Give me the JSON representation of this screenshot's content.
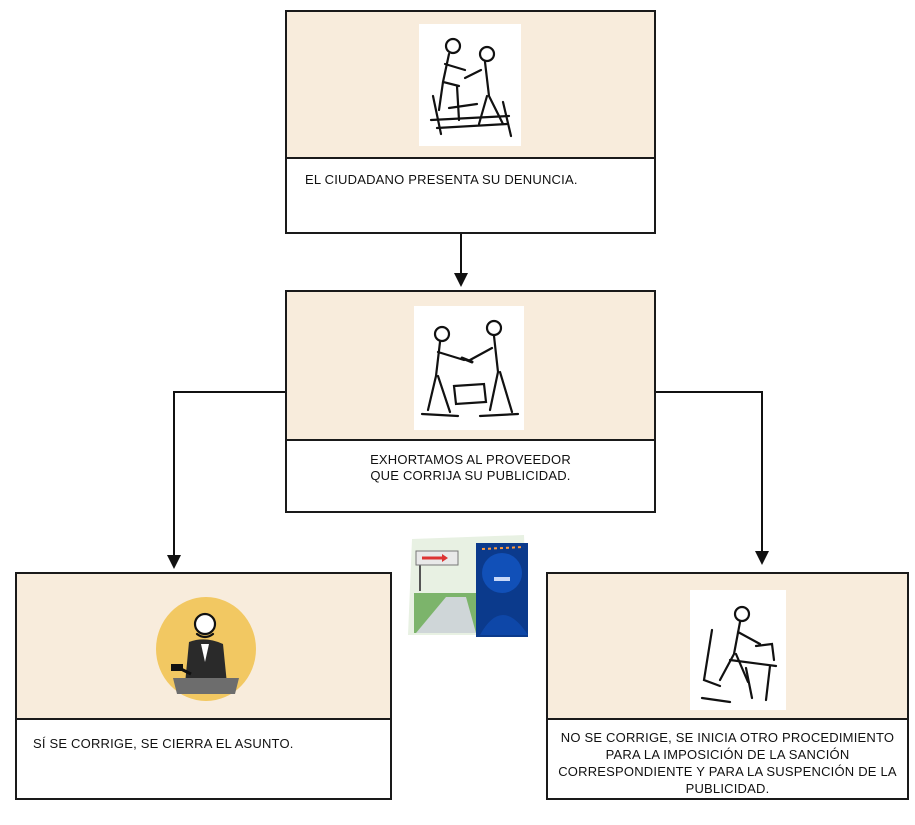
{
  "nodes": {
    "complaint": {
      "caption": "EL CIUDADANO PRESENTA SU DENUNCIA."
    },
    "exhort": {
      "caption": "EXHORTAMOS AL PROVEEDOR QUE CORRIJA SU PUBLICIDAD."
    },
    "corrected": {
      "caption": "SÍ SE CORRIGE, SE CIERRA EL ASUNTO."
    },
    "not_corrected": {
      "caption": "NO SE CORRIGE, SE INICIA OTRO PROCEDIMIENTO PARA LA IMPOSICIÓN DE LA SANCIÓN CORRESPONDIENTE Y PARA LA SUSPENCIÓN DE LA PUBLICIDAD."
    }
  },
  "illustrations": {
    "complaint": "person-filing-complaint-icon",
    "exhort": "handshake-icon",
    "corrected": "judge-icon",
    "decision": "road-sign-choice-icon",
    "not_corrected": "person-at-desk-icon"
  },
  "colors": {
    "panel": "#f8ecdc",
    "border": "#1a1a1a",
    "judge_circle": "#f2c862",
    "sign_bg": "#0b3a8c"
  }
}
